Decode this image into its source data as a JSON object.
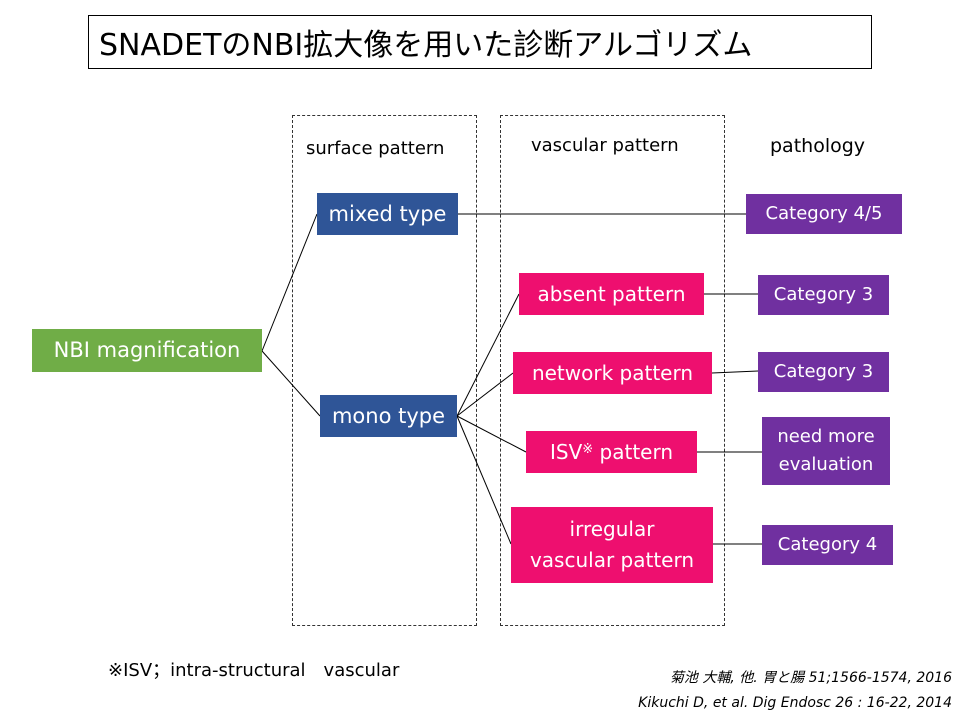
{
  "title": "SNADETのNBI拡大像を用いた診断アルゴリズム",
  "columns": {
    "surface": "surface pattern",
    "vascular": "vascular pattern",
    "pathology": "pathology"
  },
  "nodes": {
    "root": "NBI magnification",
    "mixed": "mixed type",
    "mono": "mono type",
    "absent": "absent pattern",
    "network": "network pattern",
    "isv_prefix": "ISV",
    "isv_mark": "※",
    "isv_suffix": " pattern",
    "irregular_line1": "irregular",
    "irregular_line2": "vascular pattern",
    "cat45": "Category 4/5",
    "cat3a": "Category 3",
    "cat3b": "Category 3",
    "need_line1": "need more",
    "need_line2": "evaluation",
    "cat4": "Category 4"
  },
  "footnote": "※ISV；intra-structural　vascular",
  "references": {
    "ref_jp": "菊池 大輔, 他. 胃と腸 51;1566-1574, 2016",
    "ref_en": "Kikuchi D, et al. Dig Endosc 26 : 16-22, 2014"
  },
  "colors": {
    "root": "#70ad47",
    "surface": "#2f5597",
    "vascular": "#ee0f6f",
    "pathology": "#7030a0"
  }
}
